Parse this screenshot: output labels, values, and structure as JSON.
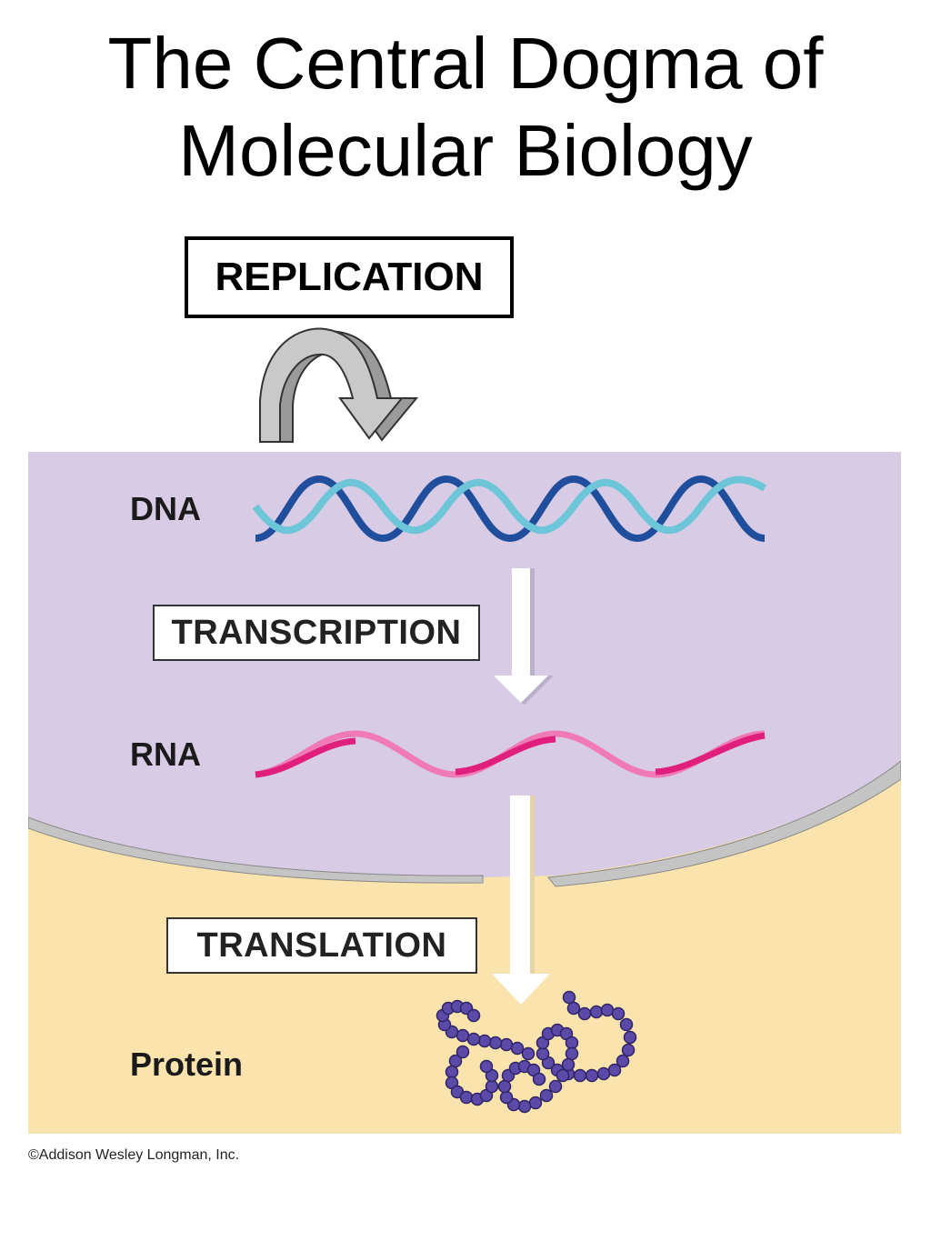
{
  "title": {
    "line1": "The Central Dogma of",
    "line2": "Molecular Biology"
  },
  "replication": {
    "label": "REPLICATION"
  },
  "stages": {
    "dna": "DNA",
    "rna": "RNA",
    "protein": "Protein"
  },
  "processes": {
    "transcription": "TRANSCRIPTION",
    "translation": "TRANSLATION"
  },
  "credit": "©Addison Wesley Longman, Inc.",
  "colors": {
    "nucleus": "#d7cbe5",
    "cytoplasm": "#fbe3ad",
    "dna_dark": "#1f4f9c",
    "dna_light": "#6cc6d8",
    "rna_dark": "#e01e7c",
    "rna_light": "#f07ab8",
    "protein_bead": "#5b4aa8",
    "membrane": "#b8b8b8"
  },
  "icons": {
    "replication_arrow": "curved-arrow-icon",
    "transcription_arrow": "down-arrow-icon",
    "translation_arrow": "down-arrow-icon"
  }
}
